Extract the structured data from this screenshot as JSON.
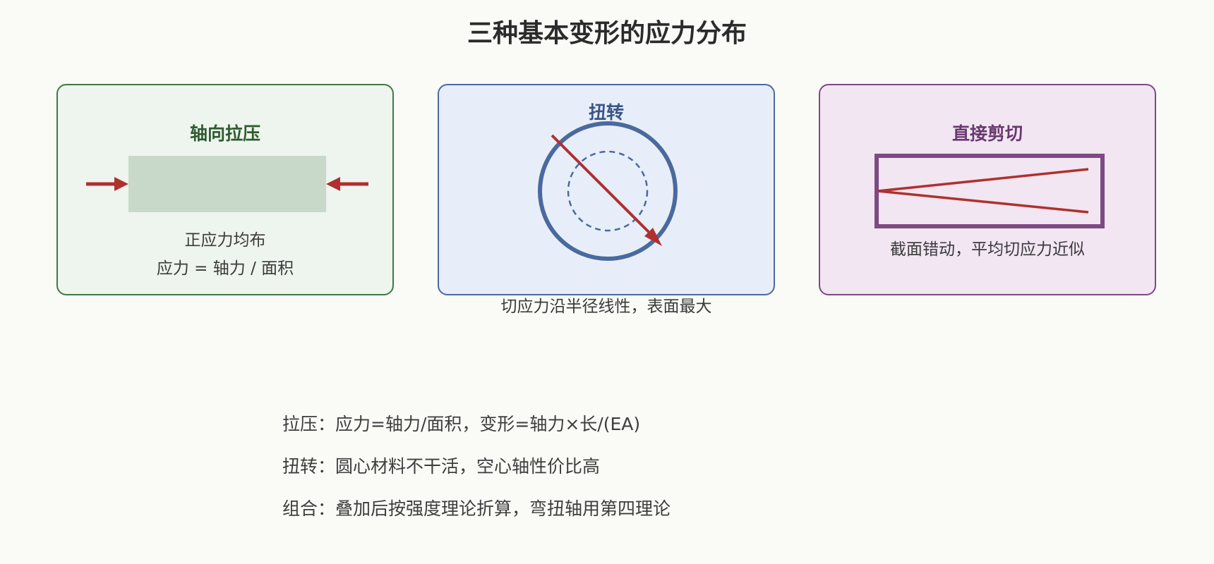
{
  "title": "三种基本变形的应力分布",
  "colors": {
    "background": "#fafaf7",
    "axial_border": "#3d7a44",
    "axial_heading": "#2d5c2f",
    "torsion_border": "#4a6a9e",
    "torsion_heading": "#3a5585",
    "shear_border": "#7d4a83",
    "shear_heading": "#6a3870",
    "arrow_red": "#b03030"
  },
  "panels": {
    "axial": {
      "heading": "轴向拉压",
      "line1": "正应力均布",
      "line2": "应力 = 轴力 / 面积",
      "icons": [
        "force-arrow-right-icon",
        "force-arrow-left-icon"
      ]
    },
    "torsion": {
      "heading": "扭转",
      "caption": "切应力沿半径线性，表面最大"
    },
    "shear": {
      "heading": "直接剪切",
      "caption": "截面错动，平均切应力近似"
    }
  },
  "notes": [
    "拉压：应力=轴力/面积，变形=轴力×长/(EA)",
    "扭转：圆心材料不干活，空心轴性价比高",
    "组合：叠加后按强度理论折算，弯扭轴用第四理论"
  ]
}
